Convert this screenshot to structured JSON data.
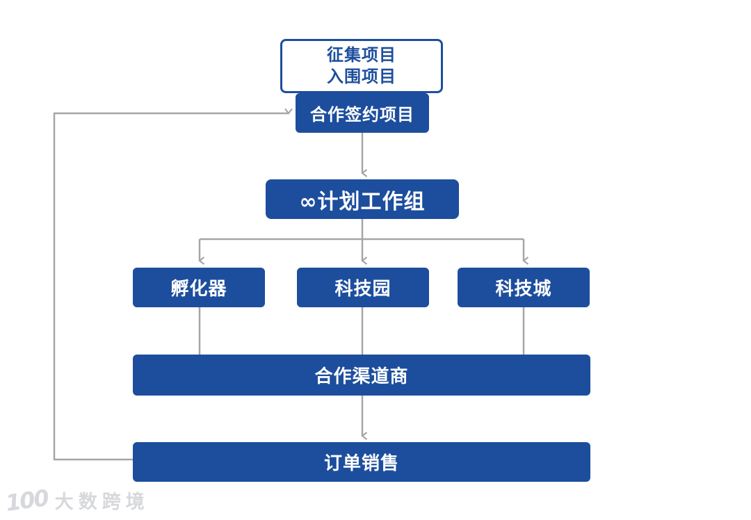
{
  "diagram": {
    "type": "flowchart",
    "nodes": {
      "collected": {
        "line1": "征集项目",
        "line2": "入围项目"
      },
      "signed": {
        "label": "合作签约项目"
      },
      "workgroup": {
        "label": "∞计划工作组"
      },
      "incubator": {
        "label": "孵化器"
      },
      "techpark": {
        "label": "科技园"
      },
      "techcity": {
        "label": "科技城"
      },
      "channel": {
        "label": "合作渠道商"
      },
      "orders": {
        "label": "订单销售"
      }
    },
    "edges": [
      {
        "from": "signed",
        "to": "workgroup",
        "style": "arrow"
      },
      {
        "from": "workgroup",
        "to": "incubator",
        "style": "arrow"
      },
      {
        "from": "workgroup",
        "to": "techpark",
        "style": "arrow"
      },
      {
        "from": "workgroup",
        "to": "techcity",
        "style": "arrow"
      },
      {
        "from": "incubator",
        "to": "channel",
        "style": "line"
      },
      {
        "from": "techpark",
        "to": "channel",
        "style": "line"
      },
      {
        "from": "techcity",
        "to": "channel",
        "style": "line"
      },
      {
        "from": "channel",
        "to": "orders",
        "style": "arrow"
      },
      {
        "from": "orders",
        "to": "signed",
        "style": "arrow-feedback-loop-left"
      }
    ],
    "colors": {
      "box_blue": "#1d4e9d",
      "box_text_white": "#ffffff",
      "outline_box_text_blue": "#1d4e9d",
      "connector_gray": "#a6a6a6",
      "background": "#ffffff"
    }
  },
  "watermark": {
    "logo_text": "100",
    "brand_text": "大数跨境",
    "color": "#d6d8dc"
  }
}
